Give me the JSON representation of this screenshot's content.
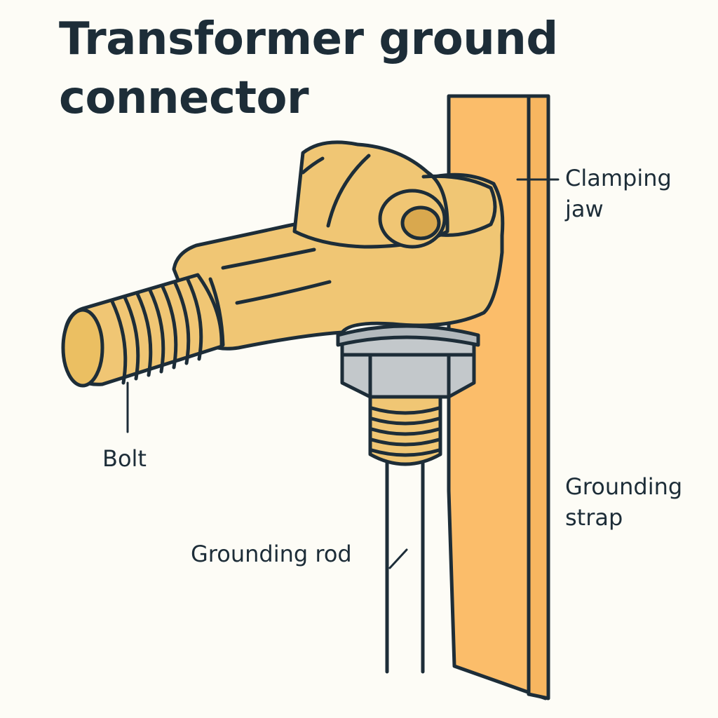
{
  "title": {
    "line1": "Transformer ground",
    "line2": "connector"
  },
  "labels": {
    "clamping_jaw": {
      "line1": "Clamping",
      "line2": "jaw"
    },
    "bolt": "Bolt",
    "grounding_strap": {
      "line1": "Grounding",
      "line2": "strap"
    },
    "grounding_rod": "Grounding rod"
  },
  "colors": {
    "outline": "#1d2d38",
    "connector_body": "#f0c674",
    "strap": "#fbbd6a",
    "nut": "#c3c8cb",
    "background": "#fdfcf6"
  }
}
